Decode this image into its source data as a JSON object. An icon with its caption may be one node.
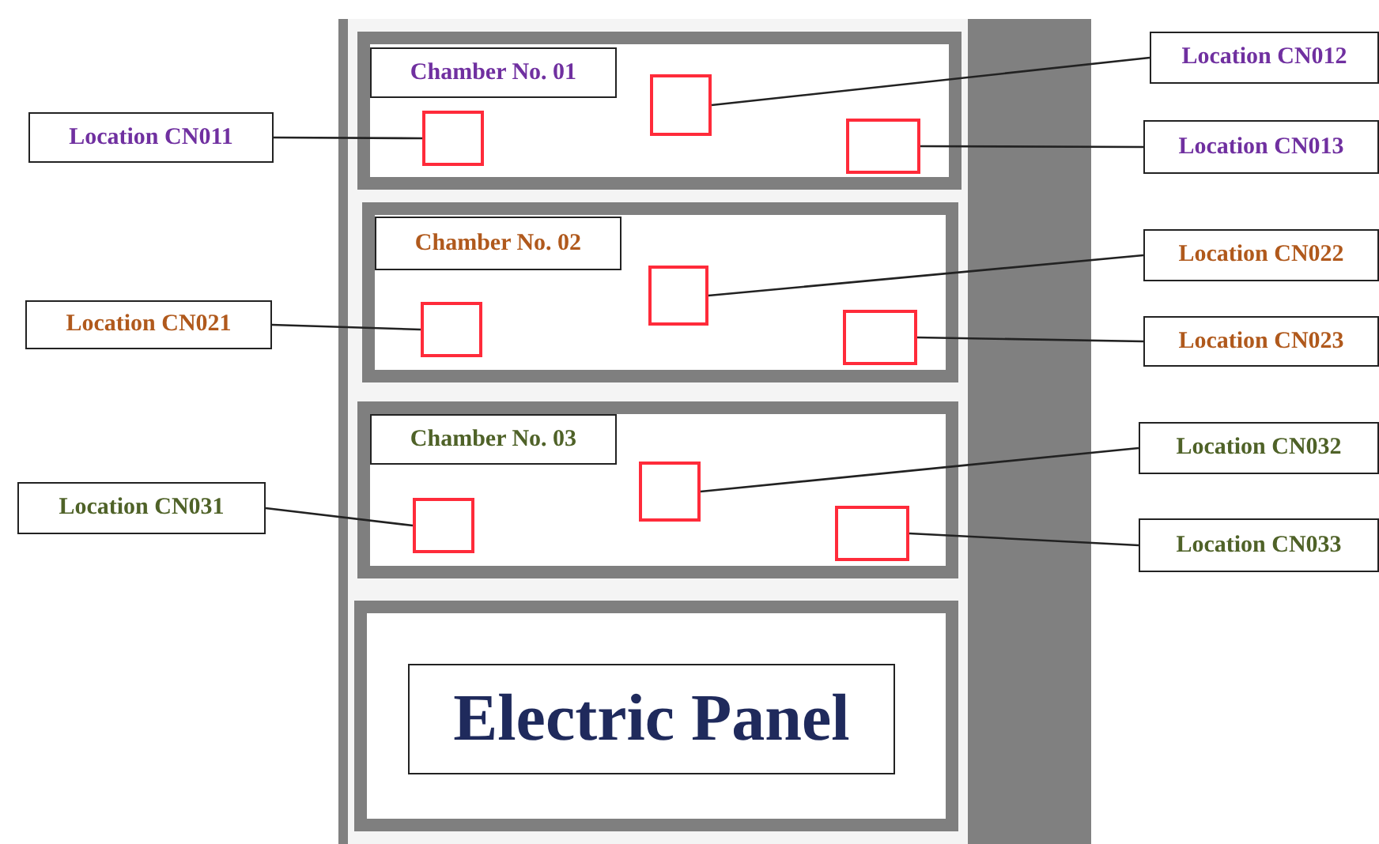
{
  "diagram": {
    "nodes": [
      {
        "text": [],
        "shape": "box"
      },
      {
        "text": [],
        "shape": "box",
        "in": 0
      },
      {
        "text": [
          "Chamber No. 01"
        ],
        "in": 1
      },
      {
        "text": [],
        "shape": "box",
        "in": 1
      },
      {
        "text": [],
        "shape": "box",
        "in": 1
      },
      {
        "text": [],
        "shape": "box",
        "in": 1
      },
      {
        "text": [],
        "shape": "box",
        "in": 0
      },
      {
        "text": [
          "Chamber No. 02"
        ],
        "in": 6
      },
      {
        "text": [],
        "shape": "box",
        "in": 6
      },
      {
        "text": [],
        "shape": "box",
        "in": 6
      },
      {
        "text": [],
        "shape": "box",
        "in": 6
      },
      {
        "text": [],
        "shape": "box",
        "in": 0
      },
      {
        "text": [
          "Chamber No. 03"
        ],
        "in": 11
      },
      {
        "text": [],
        "shape": "box",
        "in": 11
      },
      {
        "text": [],
        "shape": "box",
        "in": 11
      },
      {
        "text": [],
        "shape": "box",
        "in": 11
      },
      {
        "text": [],
        "shape": "box",
        "in": 0
      },
      {
        "text": [
          "Electric Panel"
        ],
        "in": 16
      },
      {
        "text": [
          "Location CN011"
        ]
      },
      {
        "text": [
          "Location CN012"
        ]
      },
      {
        "text": [
          "Location CN013"
        ]
      },
      {
        "text": [
          "Location CN021"
        ]
      },
      {
        "text": [
          "Location CN022"
        ]
      },
      {
        "text": [
          "Location CN023"
        ]
      },
      {
        "text": [
          "Location CN031"
        ]
      },
      {
        "text": [
          "Location CN032"
        ]
      },
      {
        "text": [
          "Location CN033"
        ]
      }
    ],
    "edges": [
      {
        "from": 18,
        "to": 3,
        "arrow": "none"
      },
      {
        "from": 19,
        "to": 4,
        "arrow": "none"
      },
      {
        "from": 20,
        "to": 5,
        "arrow": "none"
      },
      {
        "from": 21,
        "to": 8,
        "arrow": "none"
      },
      {
        "from": 22,
        "to": 9,
        "arrow": "none"
      },
      {
        "from": 23,
        "to": 10,
        "arrow": "none"
      },
      {
        "from": 24,
        "to": 13,
        "arrow": "none"
      },
      {
        "from": 25,
        "to": 14,
        "arrow": "none"
      },
      {
        "from": 26,
        "to": 15,
        "arrow": "none"
      }
    ]
  }
}
